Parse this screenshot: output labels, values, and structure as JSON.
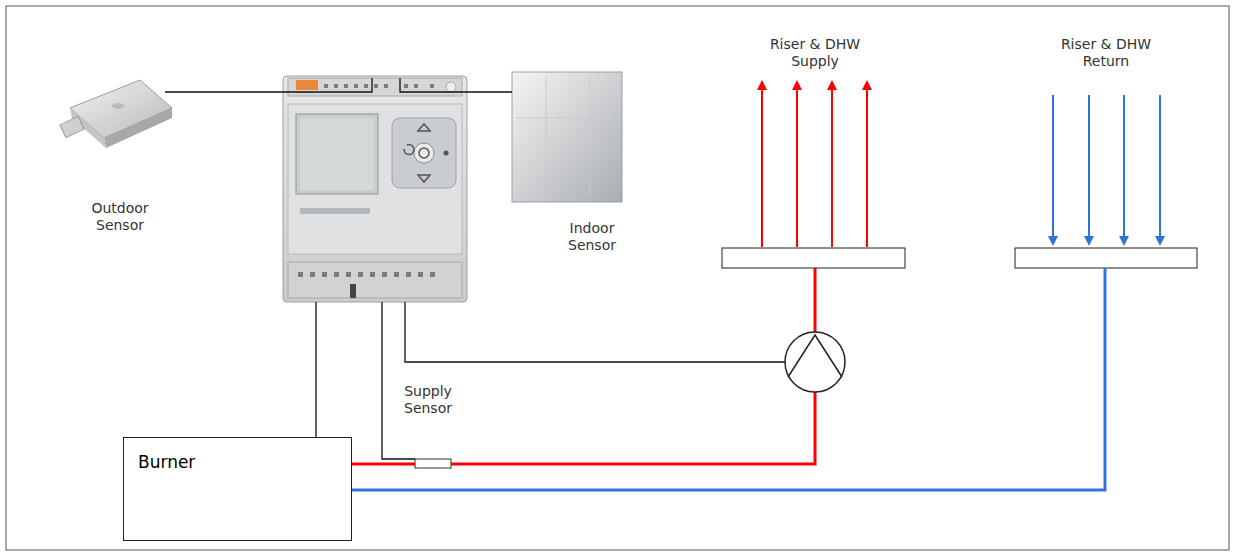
{
  "diagram": {
    "nodes": [
      {
        "text": [
          "Burner"
        ]
      }
    ],
    "labels": [
      "Outdoor Sensor",
      "Indoor Sensor",
      "Riser & DHW Supply",
      "Riser & DHW Return",
      "Supply Sensor"
    ]
  }
}
